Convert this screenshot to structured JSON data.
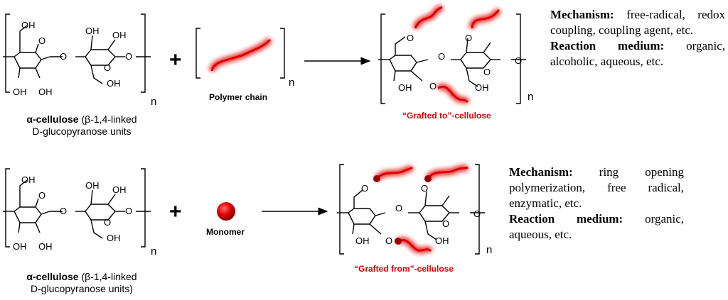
{
  "row1": {
    "reactant_bold": "α-cellulose",
    "reactant_rest": " (β-1,4-linked",
    "reactant_line2": "D-glucopyranose units",
    "plus": "+",
    "reagent_label": "Polymer chain",
    "product_label": "“Grafted to”-cellulose",
    "n": "n",
    "mech_title": "Mechanism:",
    "mech_text": " free-radical, redox coupling, coupling agent, etc.",
    "medium_title": "Reaction medium:",
    "medium_text": " organic, alcoholic, aqueous, etc."
  },
  "row2": {
    "reactant_bold": "α-cellulose",
    "reactant_rest": " (β-1,4-linked",
    "reactant_line2": "D-glucopyranose units)",
    "plus": "+",
    "reagent_label": "Monomer",
    "product_label": "“Grafted from”-cellulose",
    "n": "n",
    "mech_title": "Mechanism:",
    "mech_text": " ring opening polymerization, free radical, enzymatic, etc.",
    "medium_title": "Reaction medium:",
    "medium_text": " organic, aqueous, etc."
  },
  "atoms": {
    "oh": "OH",
    "o": "O"
  },
  "colors": {
    "graft": "#e00000",
    "ink": "#000000"
  }
}
